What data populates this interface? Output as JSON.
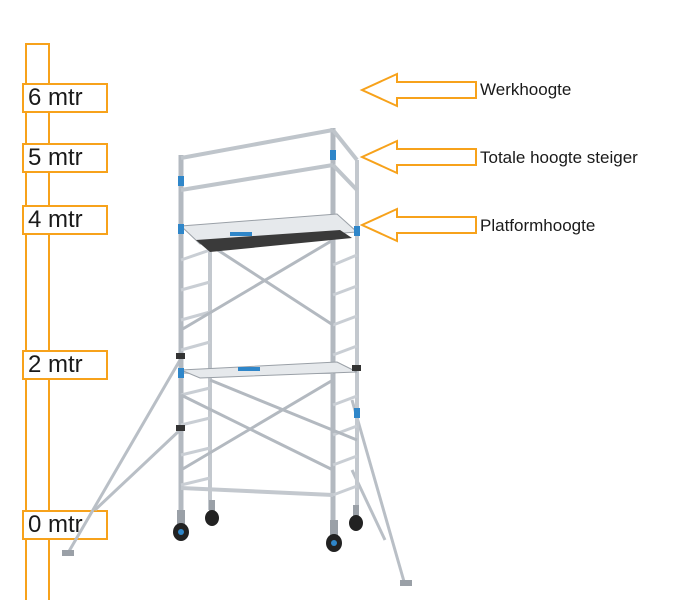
{
  "height_scale": {
    "labels": [
      {
        "text": "6 mtr",
        "value": 6
      },
      {
        "text": "5 mtr",
        "value": 5
      },
      {
        "text": "4 mtr",
        "value": 4
      },
      {
        "text": "2 mtr",
        "value": 2
      },
      {
        "text": "0 mtr",
        "value": 0
      }
    ]
  },
  "annotations": {
    "werkhoogte": "Werkhoogte",
    "totale_hoogte": "Totale hoogte steiger",
    "platformhoogte": "Platformhoogte"
  },
  "colors": {
    "accent_orange": "#f7a21b",
    "aluminium": "#c9ced4",
    "aluminium_dark": "#8e959d",
    "clamp_blue": "#2f86c9",
    "platform_dark": "#3a3a3a",
    "text": "#1a1a1a"
  }
}
